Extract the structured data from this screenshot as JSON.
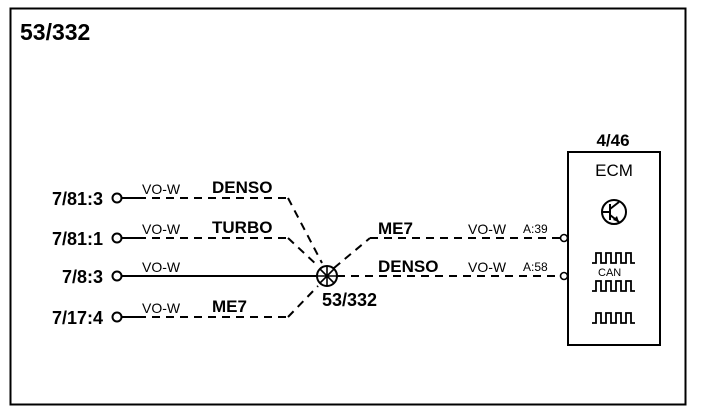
{
  "diagram": {
    "title": "53/332",
    "connectors": [
      {
        "id": "7/81:3",
        "wire_color": "VO-W",
        "variant": "DENSO",
        "style": "dashed"
      },
      {
        "id": "7/81:1",
        "wire_color": "VO-W",
        "variant": "TURBO",
        "style": "dashed"
      },
      {
        "id": "7/8:3",
        "wire_color": "VO-W",
        "variant": "",
        "style": "solid"
      },
      {
        "id": "7/17:4",
        "wire_color": "VO-W",
        "variant": "ME7",
        "style": "dashed"
      }
    ],
    "splice": {
      "label": "53/332"
    },
    "outputs": [
      {
        "variant": "ME7",
        "wire_color": "VO-W",
        "pin": "A:39"
      },
      {
        "variant": "DENSO",
        "wire_color": "VO-W",
        "pin": "A:58"
      }
    ],
    "ecm": {
      "ref": "4/46",
      "name": "ECM",
      "can_label": "CAN",
      "icons": [
        "transistor-icon",
        "pulse-signal-icon",
        "can-bus-icon",
        "pulse-signal-icon"
      ]
    }
  }
}
